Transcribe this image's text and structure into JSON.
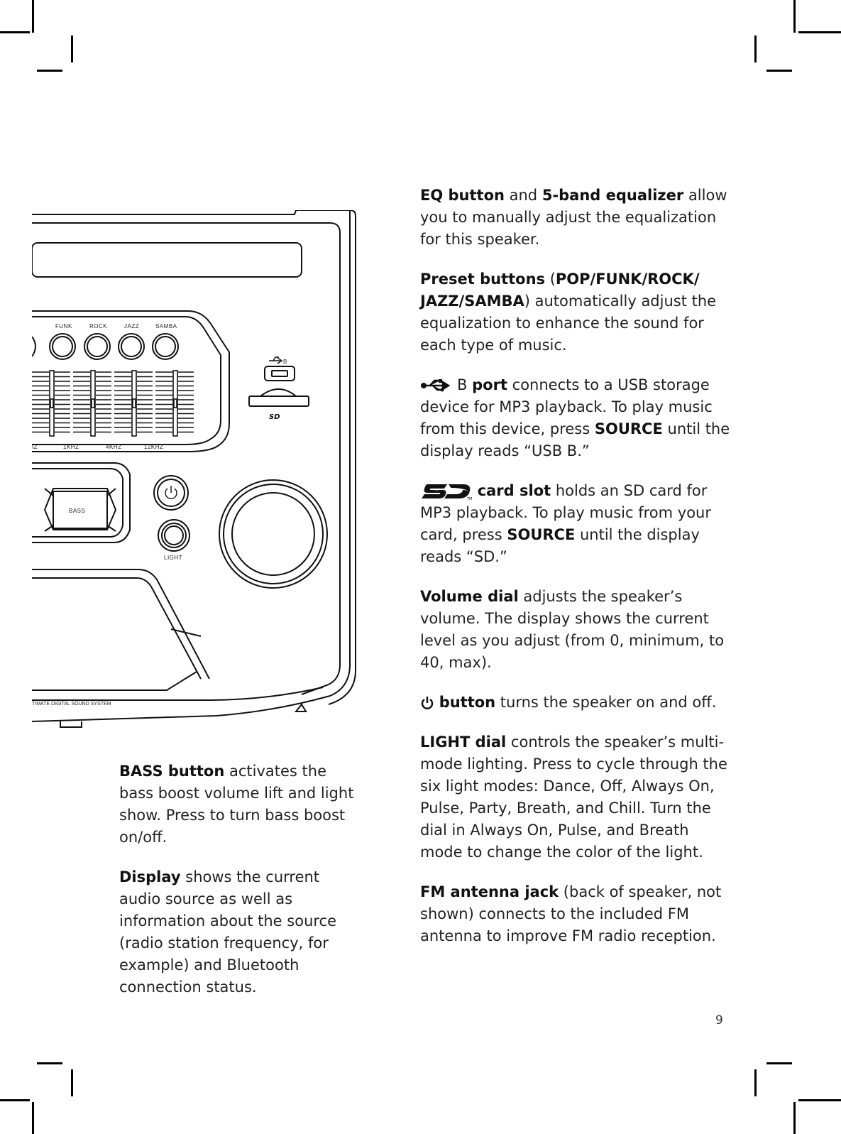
{
  "page_number": "9",
  "illustration": {
    "preset_labels": [
      "FUNK",
      "ROCK",
      "JAZZ",
      "SAMBA"
    ],
    "freq_labels": [
      "IZ",
      "1KHZ",
      "4KHZ",
      "12KHZ"
    ],
    "bass_label": "BASS",
    "light_label": "LIGHT",
    "usb_label": "B",
    "footer_text": "TIMATE DIGITAL SOUND SYSTEM"
  },
  "left_column": {
    "bass": {
      "term": "BASS button",
      "text": " activates the bass boost volume lift and light show. Press to turn bass boost on/off."
    },
    "display": {
      "term": "Display",
      "text": " shows the current audio source as well as information about the source (radio station frequency, for example) and Bluetooth connection status."
    }
  },
  "right_column": {
    "eq": {
      "term1": "EQ button",
      "mid": " and ",
      "term2": "5-band equalizer",
      "text": " allow you to manually adjust the equalization for this speaker."
    },
    "preset": {
      "term": "Preset buttons",
      "open": " (",
      "names": "POP/FUNK/ROCK/ JAZZ/SAMBA",
      "text": ") automatically adjust the equalization to enhance the sound for each type of music."
    },
    "usb": {
      "glyph": "B",
      "term": "port",
      "text1": " connects to a USB storage device for MP3 playback. To play music from this device, press ",
      "source": "SOURCE",
      "text2": " until the display reads “USB B.”"
    },
    "sd": {
      "term": "card slot",
      "text1": " holds an SD card for MP3 playback. To play music from your card, press ",
      "source": "SOURCE",
      "text2": " until the display reads “SD.”"
    },
    "volume": {
      "term": "Volume dial",
      "text": " adjusts the speaker’s volume. The display shows the current level as you adjust (from 0, minimum, to 40, max)."
    },
    "power": {
      "term": "button",
      "text": " turns the speaker on and off."
    },
    "light": {
      "term": "LIGHT dial",
      "text": " controls the speaker’s multi-mode lighting. Press to cycle through the six light modes: Dance, Off, Always On, Pulse, Party, Breath, and Chill. Turn the dial in Always On, Pulse, and Breath mode to change the color of the light."
    },
    "fm": {
      "term": "FM antenna jack",
      "text": " (back of speaker, not shown) connects to the included FM antenna to improve FM radio reception."
    }
  }
}
